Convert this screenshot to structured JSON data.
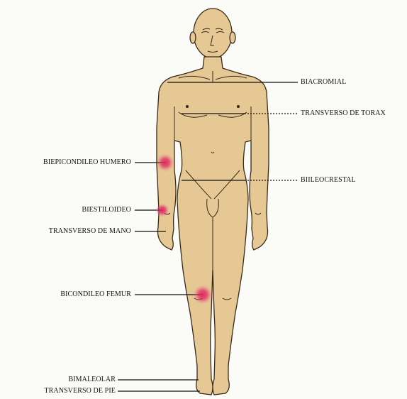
{
  "labels": {
    "right": {
      "biacromial": "BIACROMIAL",
      "transverso_torax": "TRANSVERSO DE TORAX",
      "biileocrestal": "BIILEOCRESTAL"
    },
    "left": {
      "biepicondileo_humero": "BIEPICONDILEO HUMERO",
      "biestiloideo": "BIESTILOIDEO",
      "transverso_mano": "TRANSVERSO DE MANO",
      "bicondileo_femur": "BICONDILEO FEMUR",
      "bimaleolar": "BIMALEOLAR",
      "transverso_pie": "TRANSVERSO DE PIE"
    }
  },
  "colors": {
    "skin": "#e6c894",
    "outline": "#3a2a1a",
    "marker": "#e0245e",
    "line": "#111111"
  }
}
